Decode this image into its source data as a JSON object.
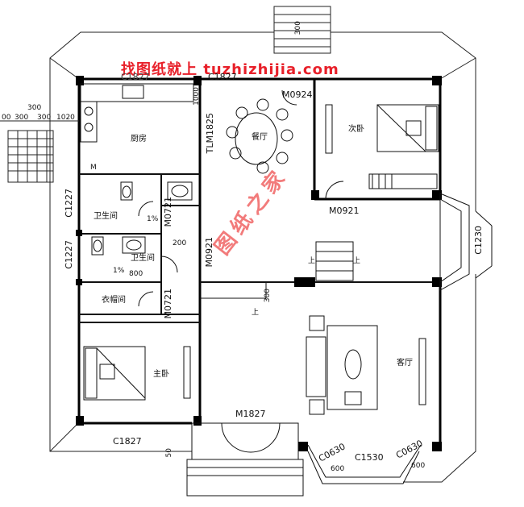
{
  "watermarks": {
    "top": "找图纸就上 tuzhizhijia.com",
    "diagonal": "图纸之家"
  },
  "rooms": {
    "kitchen": "厨房",
    "dining": "餐厅",
    "second_bedroom": "次卧",
    "bathroom_1": "卫生间",
    "bathroom_2": "卫生间",
    "closet": "衣帽间",
    "master_bedroom": "主卧",
    "living_room": "客厅"
  },
  "labels": {
    "c1827_top_left": "C1827",
    "c1827_top_right": "C1827",
    "c1827_bottom": "C1827",
    "tlm1825": "TLM1825",
    "m0924": "M0924",
    "m0921_right": "M0921",
    "m0721_upper": "M0721",
    "m0721_lower": "M0721",
    "m0921_center": "M0921",
    "c1227_upper": "C1227",
    "c1227_lower": "C1227",
    "c1230": "C1230",
    "m1827": "M1827",
    "c0630_left": "C0630",
    "c0630_right": "C0630",
    "c1530": "C1530",
    "d600_left": "600",
    "d600_right": "600",
    "d1000": "1000",
    "d300_stairs": "300",
    "d300_entry": "300",
    "d200": "200",
    "d800": "800",
    "pct_1": "1%",
    "pct_2": "1%",
    "d50": "50",
    "d300_left": "300",
    "d00": "00",
    "d300_a": "300",
    "d300_b": "300",
    "d1020": "1020",
    "up_1": "上",
    "up_2": "上",
    "up_3": "上",
    "m_mark": "M"
  },
  "colors": {
    "wall": "#000000",
    "line": "#222222",
    "watermark": "#e8202a"
  }
}
